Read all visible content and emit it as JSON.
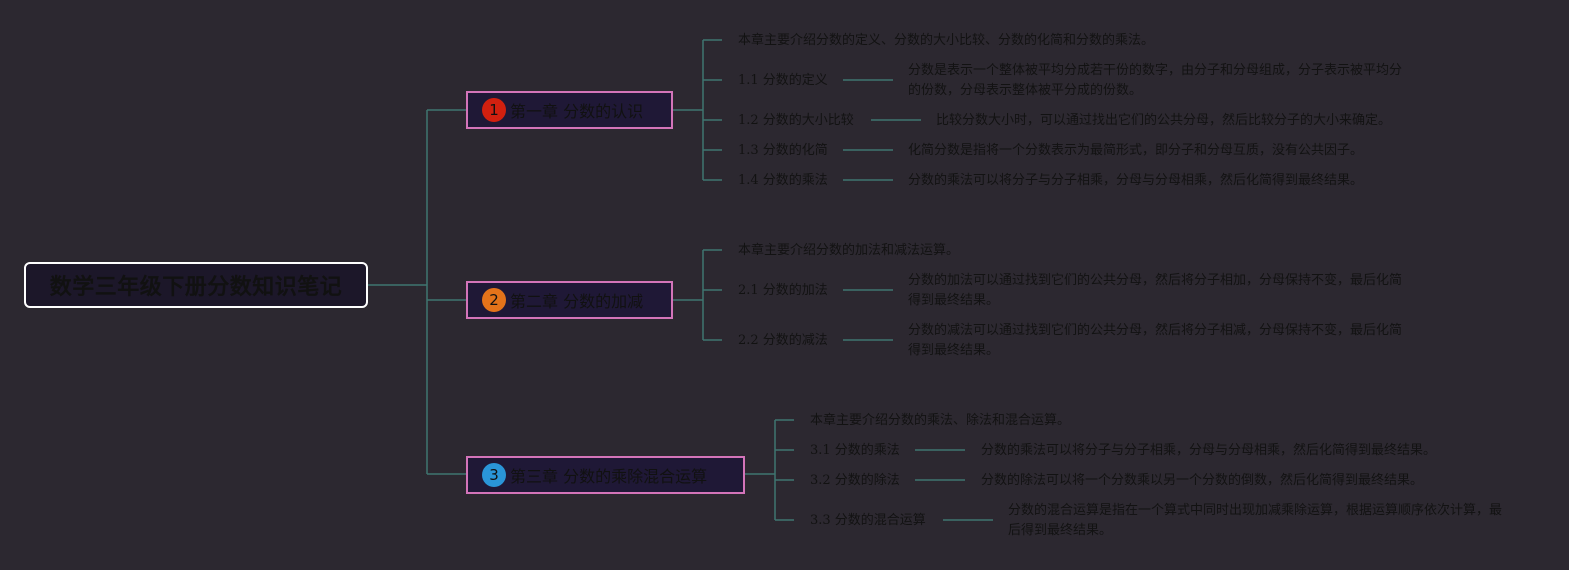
{
  "root": {
    "title": "数学三年级下册分数知识笔记"
  },
  "colors": {
    "line": "#3f7570",
    "chapter_border": "#d374b9",
    "root_border": "#ffffff"
  },
  "chapters": [
    {
      "badge": "1",
      "badge_color": "#d2200f",
      "title": "第一章 分数的认识",
      "intro": "本章主要介绍分数的定义、分数的大小比较、分数的化简和分数的乘法。",
      "sections": [
        {
          "label": "1.1 分数的定义",
          "text": "分数是表示一个整体被平均分成若干份的数字，由分子和分母组成，分子表示被平均分的份数，分母表示整体被平分成的份数。"
        },
        {
          "label": "1.2 分数的大小比较",
          "text": "比较分数大小时，可以通过找出它们的公共分母，然后比较分子的大小来确定。"
        },
        {
          "label": "1.3 分数的化简",
          "text": "化简分数是指将一个分数表示为最简形式，即分子和分母互质，没有公共因子。"
        },
        {
          "label": "1.4 分数的乘法",
          "text": "分数的乘法可以将分子与分子相乘，分母与分母相乘，然后化简得到最终结果。"
        }
      ]
    },
    {
      "badge": "2",
      "badge_color": "#e4731a",
      "title": "第二章 分数的加减",
      "intro": "本章主要介绍分数的加法和减法运算。",
      "sections": [
        {
          "label": "2.1 分数的加法",
          "text": "分数的加法可以通过找到它们的公共分母，然后将分子相加，分母保持不变，最后化简得到最终结果。"
        },
        {
          "label": "2.2 分数的减法",
          "text": "分数的减法可以通过找到它们的公共分母，然后将分子相减，分母保持不变，最后化简得到最终结果。"
        }
      ]
    },
    {
      "badge": "3",
      "badge_color": "#2a95d8",
      "title": "第三章 分数的乘除混合运算",
      "intro": "本章主要介绍分数的乘法、除法和混合运算。",
      "sections": [
        {
          "label": "3.1 分数的乘法",
          "text": "分数的乘法可以将分子与分子相乘，分母与分母相乘，然后化简得到最终结果。"
        },
        {
          "label": "3.2 分数的除法",
          "text": "分数的除法可以将一个分数乘以另一个分数的倒数，然后化简得到最终结果。"
        },
        {
          "label": "3.3 分数的混合运算",
          "text": "分数的混合运算是指在一个算式中同时出现加减乘除运算，根据运算顺序依次计算，最后得到最终结果。"
        }
      ]
    }
  ]
}
